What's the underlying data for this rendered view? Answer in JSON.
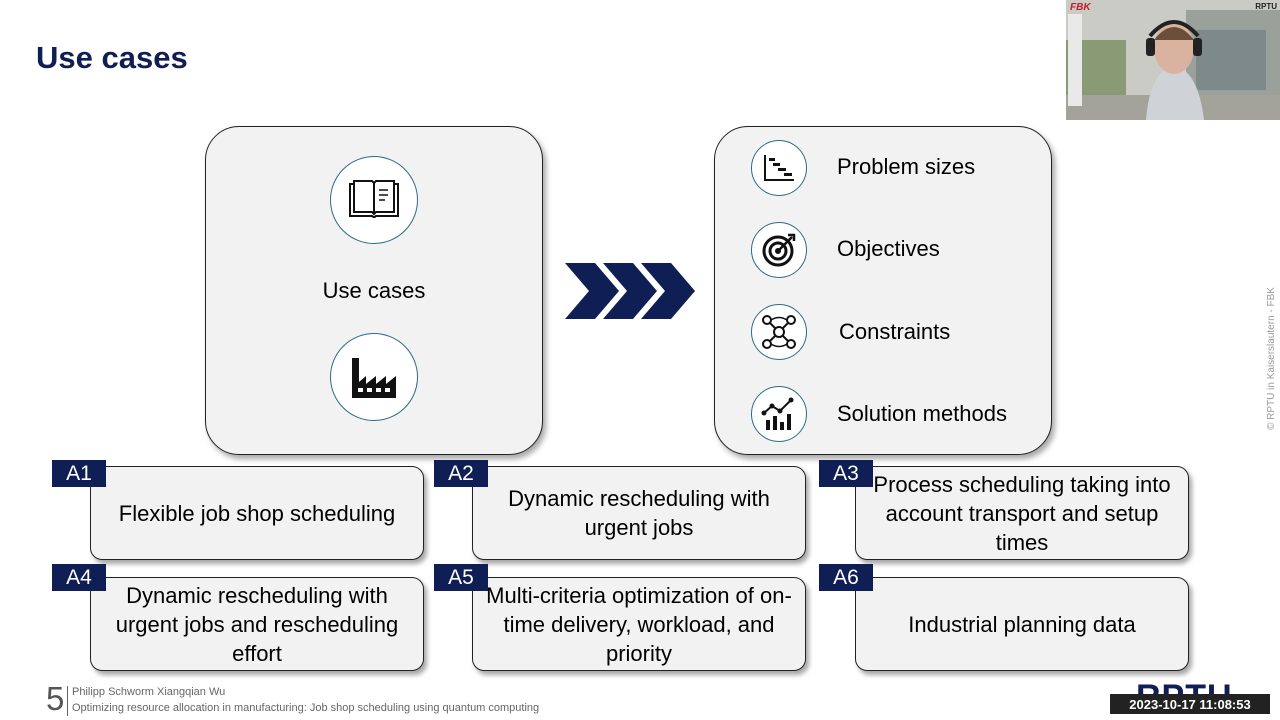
{
  "slide": {
    "title": "Use cases",
    "left_box": {
      "label": "Use cases",
      "icons": [
        "book-icon",
        "factory-icon"
      ]
    },
    "right_box": {
      "items": [
        {
          "label": "Problem sizes",
          "icon": "gantt-chart-icon"
        },
        {
          "label": "Objectives",
          "icon": "target-icon"
        },
        {
          "label": "Constraints",
          "icon": "network-icon"
        },
        {
          "label": "Solution methods",
          "icon": "analytics-icon"
        }
      ]
    },
    "cards": [
      {
        "tag": "A1",
        "text": "Flexible job shop scheduling"
      },
      {
        "tag": "A2",
        "text": "Dynamic rescheduling with urgent jobs"
      },
      {
        "tag": "A3",
        "text": "Process scheduling taking into account transport and setup times"
      },
      {
        "tag": "A4",
        "text": "Dynamic rescheduling with urgent jobs and rescheduling effort"
      },
      {
        "tag": "A5",
        "text": "Multi-criteria optimization of on-time delivery, workload, and priority"
      },
      {
        "tag": "A6",
        "text": "Industrial planning data"
      }
    ],
    "footer": {
      "page_number": "5",
      "authors": "Philipp Schworm Xiangqian Wu",
      "subtitle": "Optimizing resource allocation in manufacturing: Job shop scheduling using quantum computing",
      "logo": "RPTU"
    },
    "copyright": "© RPTU in Kaiserslautern - FBK"
  },
  "video": {
    "logo_left": "FBK",
    "logo_right": "RPTU"
  },
  "timestamp": "2023-10-17 11:08:53",
  "colors": {
    "navy": "#0f1f55",
    "circle_border": "#2c6a86",
    "box_bg": "#f2f2f2"
  }
}
